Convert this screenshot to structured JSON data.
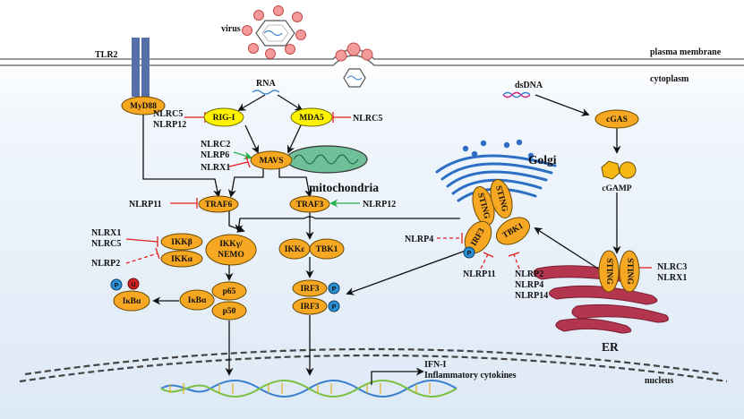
{
  "labels": {
    "virus": "virus",
    "plasma_membrane": "plasma membrane",
    "cytoplasm": "cytoplasm",
    "tlr2": "TLR2",
    "myd88": "MyD88",
    "rna": "RNA",
    "rig_i": "RIG-I",
    "mda5": "MDA5",
    "mavs": "MAVS",
    "mitochondria": "mitochondria",
    "traf6": "TRAF6",
    "traf3": "TRAF3",
    "ikkb": "IKKβ",
    "ikka": "IKKα",
    "ikkg_nemo_1": "IKKγ/",
    "ikkg_nemo_2": "NEMO",
    "ikba": "IκBα",
    "ikba_free": "IκBα",
    "p65": "p65",
    "p50": "p50",
    "ikke": "IKKε",
    "tbk1_mid": "TBK1",
    "irf3_a": "IRF3",
    "irf3_b": "IRF3",
    "golgi": "Golgi",
    "sting": "STING",
    "irf3_golgi": "IRF3",
    "tbk1_golgi": "TBK1",
    "dsdna": "dsDNA",
    "cgas": "cGAS",
    "cgamp": "cGAMP",
    "er": "ER",
    "nucleus": "nucleus",
    "ifn": "IFN-I",
    "inflammatory": "Inflammatory cytokines",
    "p": "P",
    "u": "U"
  },
  "regulators": {
    "rig_i_inh_1": "NLRC5",
    "rig_i_inh_2": "NLRP12",
    "mda5_inh": "NLRC5",
    "mavs_act_1": "NLRC2",
    "mavs_act_2": "NLRP6",
    "mavs_inh": "NLRX1",
    "traf6_inh": "NLRP11",
    "traf3_act": "NLRP12",
    "ikk_inh_1": "NLRX1",
    "ikk_inh_2": "NLRC5",
    "ikk_inh_3": "NLRP2",
    "irf3_golgi_inh": "NLRP4",
    "tbk1_inh_a": "NLRP11",
    "tbk1_inh_b1": "NLRP2",
    "tbk1_inh_b2": "NLRP4",
    "tbk1_inh_b3": "NLRP14",
    "sting_er_inh_1": "NLRC3",
    "sting_er_inh_2": "NLRX1"
  },
  "colors": {
    "node": "#f7a823",
    "yellow_node": "#fff200",
    "hex": "#f7b813",
    "inhibit": "#e8211c",
    "activate": "#22b14c",
    "membrane": "#777777",
    "tlr": "#566fa8",
    "golgi": "#2d6fc4",
    "er": "#b3364e",
    "mito": "#6fbf98",
    "p_blue": "#2c8fd1",
    "u_red": "#d02020"
  }
}
